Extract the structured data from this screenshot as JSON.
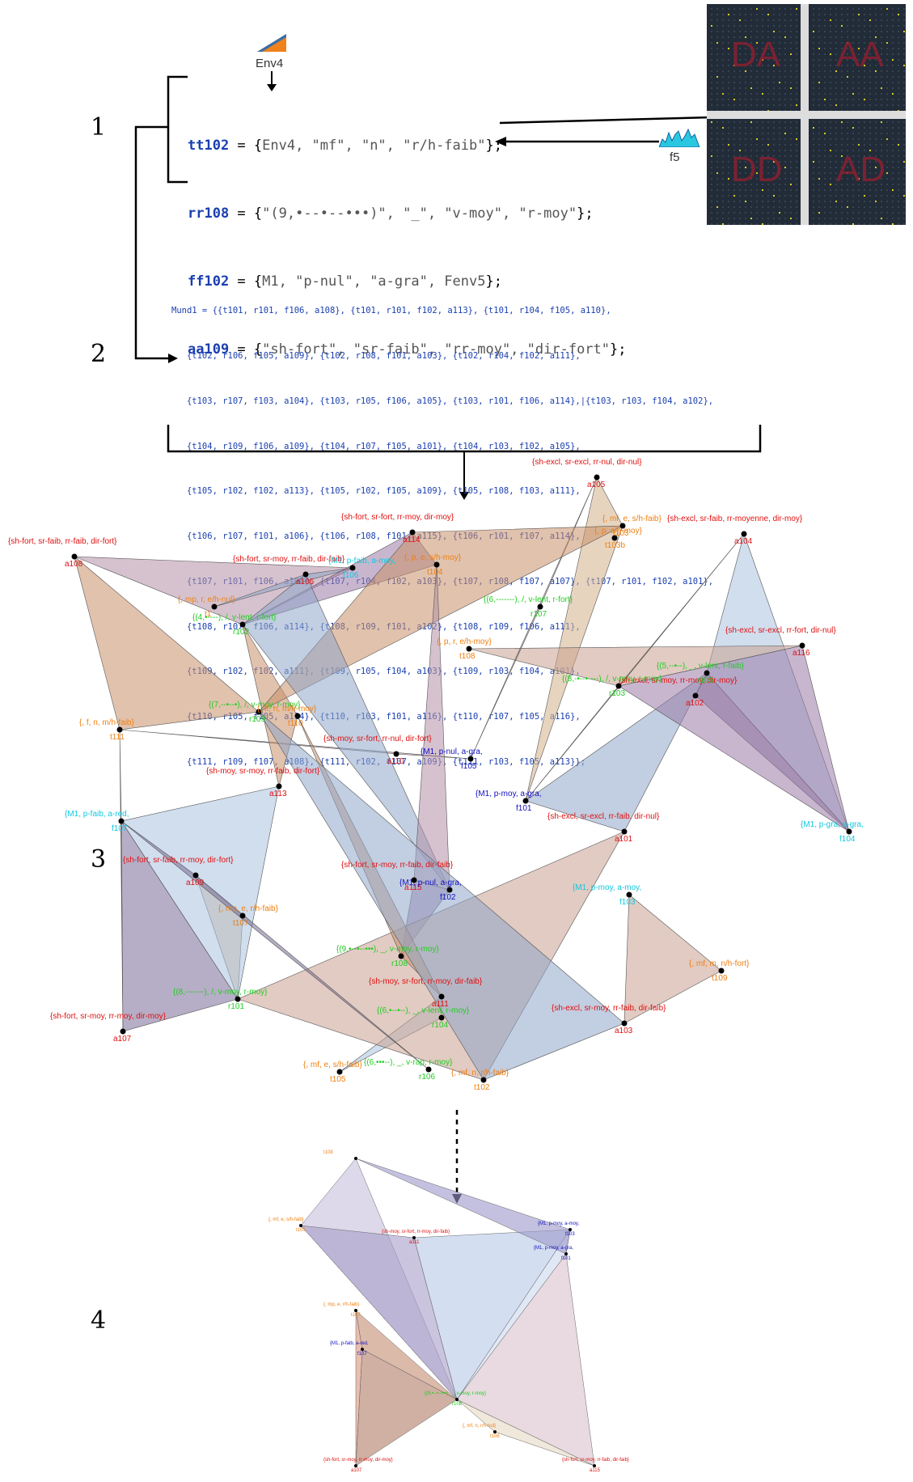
{
  "steps": [
    "1",
    "2",
    "3",
    "4"
  ],
  "env_icon_label": "Env4",
  "f5_label": "f5",
  "matrix_quadrants": [
    "DA",
    "AA",
    "DD",
    "AD"
  ],
  "code_lines": [
    {
      "var": "tt102",
      "rest": " = {",
      "items": "Env4, \"mf\", \"n\", \"r/h-faib\"",
      "end": "};"
    },
    {
      "var": "rr108",
      "rest": " = {",
      "items": "\"(9,•--•--•••)\", \"_\", \"v-moy\", \"r-moy\"",
      "end": "};"
    },
    {
      "var": "ff102",
      "rest": " = {",
      "items": "M1, \"p-nul\", \"a-gra\", Fenv5",
      "end": "};"
    },
    {
      "var": "aa109",
      "rest": " = {",
      "items": "\"sh-fort\", \"sr-faib\", \"rr-moy\", \"dir-fort\"",
      "end": "};"
    }
  ],
  "mund_lines": [
    "Mund1 = {{t101, r101, f106, a108}, {t101, r101, f102, a113}, {t101, r104, f105, a110},",
    "   {t102, r106, f105, a109}, {t102, r108, f101, a103}, {t102, r104, f102, a111},",
    "   {t103, r107, f103, a104}, {t103, r105, f106, a105}, {t103, r101, f106, a114},|{t103, r103, f104, a102},",
    "   {t104, r109, f106, a109}, {t104, r107, f105, a101}, {t104, r103, f102, a105},",
    "   {t105, r102, f102, a113}, {t105, r102, f105, a109}, {t105, r108, f103, a111},",
    "   {t106, r107, f101, a106}, {t106, r108, f101, a115}, {t106, r101, f107, a114},",
    "   {t107, r101, f106, a106}, {t107, r104, f102, a103}, {t107, r108, f107, a107}, {t107, r101, f102, a101},",
    "   {t108, r107, f106, a114}, {t108, r109, f101, a102}, {t108, r109, f106, a111},",
    "   {t109, r102, f102, a111}, {t109, r105, f104, a103}, {t109, r103, f104, a101},",
    "   {t110, r105, f105, a114}, {t110, r103, f101, a116}, {t110, r107, f105, a116},",
    "   {t111, r109, f107, a108}, {t111, r102, f107, a109}, {t111, r103, f105, a113}};"
  ],
  "graph_labels": [
    {
      "text": "{sh-excl, sr-excl, rr-nul, dir-nul}",
      "id": "a105",
      "color": "red"
    },
    {
      "text": "{sh-fort, sr-fort, rr-moy, dir-moy}",
      "id": "a114",
      "color": "red"
    },
    {
      "text": "{sh-fort, sr-faib, rr-faib, dir-fort}",
      "id": "a108",
      "color": "red"
    },
    {
      "text": "{sh-fort, sr-moy, rr-faib, dir-faib}",
      "id": "a106",
      "color": "red"
    },
    {
      "text": "{sh-excl, sr-faib, rr-moyenne, dir-moy}",
      "id": "a104",
      "color": "red"
    },
    {
      "text": "{sh-excl, sr-excl, rr-fort, dir-nul}",
      "id": "a116",
      "color": "red"
    },
    {
      "text": "{sh-excl, sr-moy, rr-moy, dir-moy}",
      "id": "a102",
      "color": "red"
    },
    {
      "text": "{sh-moy, sr-fort, rr-nul, dir-fort}",
      "id": "a110",
      "color": "red"
    },
    {
      "text": "{sh-moy, sr-moy, rr-faib, dir-fort}",
      "id": "a113",
      "color": "red"
    },
    {
      "text": "{sh-excl, sr-excl, rr-faib, dir-nul}",
      "id": "a101",
      "color": "red"
    },
    {
      "text": "{sh-fort, sr-faib, rr-moy, dir-fort}",
      "id": "a109",
      "color": "red"
    },
    {
      "text": "{sh-fort, sr-moy, rr-faib, dir-faib}",
      "id": "a115",
      "color": "red"
    },
    {
      "text": "{sh-moy, sr-fort, rr-moy, dir-faib}",
      "id": "a111",
      "color": "red"
    },
    {
      "text": "{sh-excl, sr-moy, rr-faib, dir-faib}",
      "id": "a103",
      "color": "red"
    },
    {
      "text": "{sh-fort, sr-moy, rr-moy, dir-moy}",
      "id": "a107",
      "color": "red"
    },
    {
      "text": "{M1, p-nul, a-gra,",
      "id": "f105",
      "color": "blue"
    },
    {
      "text": "{M1, p-moy, a-gra,",
      "id": "f101",
      "color": "blue"
    },
    {
      "text": "{M1, p-nul, a-gra,",
      "id": "f102",
      "color": "blue"
    },
    {
      "text": "{M1, p-faib, a-red,",
      "id": "f107",
      "color": "cyan"
    },
    {
      "text": "{M1, p-gra, a-gra,",
      "id": "f104",
      "color": "cyan"
    },
    {
      "text": "{M1, p-moy, a-moy,",
      "id": "f103",
      "color": "cyan"
    },
    {
      "text": "{M1, p-faib, a-moy,",
      "id": "f106",
      "color": "cyan"
    },
    {
      "text": "{(6,-------), /, v-lent, r-fort}",
      "id": "r107",
      "color": "green"
    },
    {
      "text": "{(4,•----), /, v-lent, r-fort}",
      "id": "r102",
      "color": "green"
    },
    {
      "text": "{(5,--•--), _, v-lent, r-faib}",
      "id": "r105",
      "color": "green"
    },
    {
      "text": "{(8,-•--•----), /, v-moy, r-moy}",
      "id": "r103",
      "color": "green"
    },
    {
      "text": "{(7,--•--•), /, v-moy, r-moy}",
      "id": "r109",
      "color": "green"
    },
    {
      "text": "{(8,-------), /, v-moy, r-moy}",
      "id": "r101",
      "color": "green"
    },
    {
      "text": "{(9,•--•--•••), _, v-moy, r-moy}",
      "id": "r108",
      "color": "green"
    },
    {
      "text": "{(6,•--•--), _, v-lent, r-moy}",
      "id": "r104",
      "color": "green"
    },
    {
      "text": "{(6,•••--), _, v-rap, r-moy}",
      "id": "r106",
      "color": "green"
    },
    {
      "text": "{, mf, e, s/h-faib}",
      "id": "t103",
      "color": "orange"
    },
    {
      "text": "{, p, s/h-moy}",
      "id": "t103b",
      "color": "orange"
    },
    {
      "text": "{, p, e, s/h-moy}",
      "id": "t104",
      "color": "orange"
    },
    {
      "text": "{, mp, r, e/h-nul}",
      "id": "t1",
      "color": "orange"
    },
    {
      "text": "{, p, r, e/h-moy}",
      "id": "t108",
      "color": "orange"
    },
    {
      "text": "{, f, n, m/h-faib}",
      "id": "t111",
      "color": "orange"
    },
    {
      "text": "{, ff, n, m/h-moy}",
      "id": "t110",
      "color": "orange"
    },
    {
      "text": "{, mp, e, r/h-faib}",
      "id": "t107",
      "color": "orange"
    },
    {
      "text": "{, mf, m, n/h-fort}",
      "id": "t109",
      "color": "orange"
    },
    {
      "text": "{, mf, e, s/h-faib}",
      "id": "t105",
      "color": "orange"
    },
    {
      "text": "{, mf, n, r/h-faib}",
      "id": "t102",
      "color": "orange"
    }
  ],
  "zoom_labels": [
    {
      "text": "{, mf, e, s/h-faib}",
      "id": "t105",
      "color": "orange"
    },
    {
      "text": "{sh-moy, sr-fort, rr-moy, dir-faib}",
      "id": "a111",
      "color": "red"
    },
    {
      "text": "{M1, p-moy, a-moy,",
      "id": "f103",
      "color": "blue"
    },
    {
      "text": "{M1, p-moy, a-gra,",
      "id": "f101",
      "color": "blue"
    },
    {
      "text": "{, mp, e, r/h-faib}",
      "id": "t107",
      "color": "orange"
    },
    {
      "text": "{M1, p-faib, a-red,",
      "id": "f107",
      "color": "blue"
    },
    {
      "text": "{(9,•--•--•••), _, v-moy, r-moy}",
      "id": "r108",
      "color": "green"
    },
    {
      "text": "{, mf, n, r/h-nul}",
      "id": "t106",
      "color": "orange"
    },
    {
      "text": "{sh-fort, sr-moy, rr-moy, dir-moy}",
      "id": "a107",
      "color": "red"
    },
    {
      "text": "{sh-fort, sr-moy, rr-faib, dir-faib}",
      "id": "a115",
      "color": "red"
    },
    {
      "text": "t108",
      "id": "",
      "color": "orange"
    }
  ]
}
